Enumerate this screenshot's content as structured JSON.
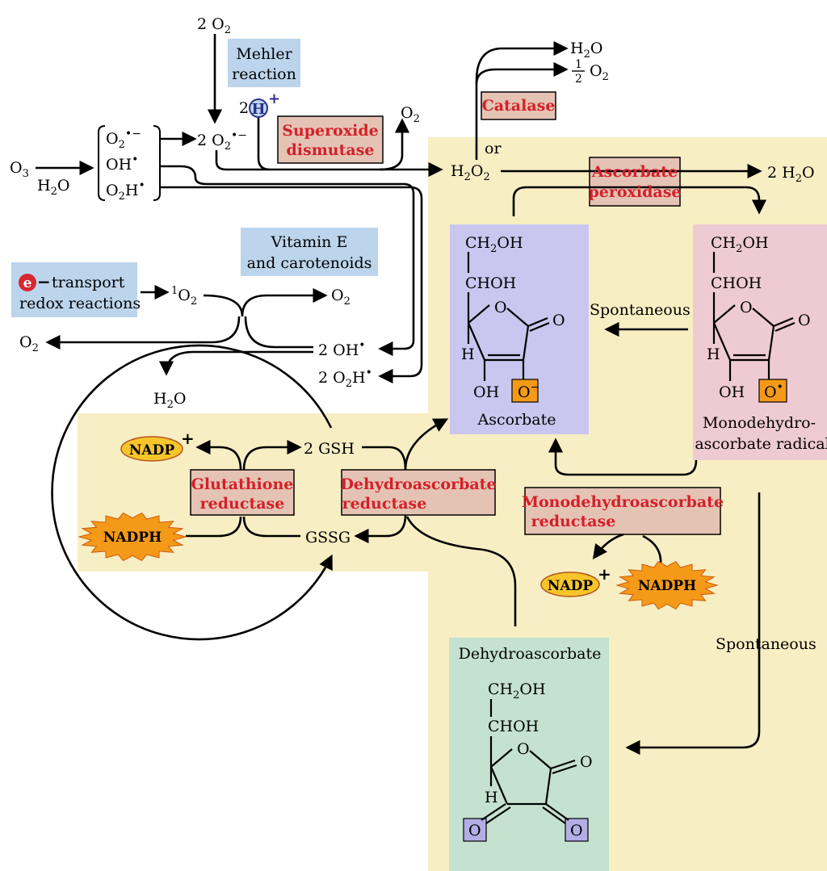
{
  "colors": {
    "yellow_bg": "#f8eec3",
    "blue_box": "#bcd4ec",
    "enzyme_box": "#e5c3b4",
    "ascorbate_bg": "#c9c7ef",
    "mono_bg": "#eecad3",
    "dehydro_bg": "#c4e2cf",
    "enzyme_text": "#d4202a",
    "nadp_fill": "#f7c52a",
    "nadph_fill": "#f49a18",
    "orange_box": "#f49a18",
    "purple_box": "#b4aee6",
    "h_circle": "#bcd4ec",
    "e_circle": "#d8262f"
  },
  "labels": {
    "o2_top_coef": "2 O",
    "mehler_1": "Mehler",
    "mehler_2": "reaction",
    "o2_prod_sod": "O",
    "ozone": "O",
    "ozone_sub": "3",
    "water_under": "H",
    "water_under_sub": "2",
    "water_under_tail": "O",
    "bracket_sup": "O",
    "bracket_oh": "OH",
    "bracket_o2h": "O",
    "superoxide_2": "2 O",
    "h_circle_letter": "H",
    "h_coef": "2",
    "h2o_out": "H",
    "half": "1",
    "half_den": "2",
    "o2_out": "O",
    "or_label": "or",
    "h2o2": "H",
    "two_h2o": "2 H",
    "vitamin_1": "Vitamin E",
    "vitamin_2": "and carotenoids",
    "e_letter": "e",
    "transport_1": "transport",
    "transport_2": "redox reactions",
    "singlet_o2": "O",
    "singlet_sup": "1",
    "o2_from_singlet": "O",
    "o2_left": "O",
    "two_oh": "2 OH",
    "two_o2h": "2 O",
    "h2o_left": "H",
    "spontaneous_mid": "Spontaneous",
    "spontaneous_right": "Spontaneous",
    "ascorbate_name": "Ascorbate",
    "mono_name_1": "Monodehydro-",
    "mono_name_2": "ascorbate radical",
    "dehydro_name": "Dehydroascorbate",
    "gsh": "2 GSH",
    "gssg": "GSSG",
    "nadp_left": "NADP",
    "nadph_left": "NADPH",
    "nadp_right": "NADP",
    "nadph_right": "NADPH",
    "plus": "+",
    "minus": "−",
    "dot": "•"
  },
  "enzymes": {
    "sod_1": "Superoxide",
    "sod_2": "dismutase",
    "catalase": "Catalase",
    "apx_1": "Ascorbate",
    "apx_2": "peroxidase",
    "gr_1": "Glutathione",
    "gr_2": "reductase",
    "dhar_1": "Dehydroascorbate",
    "dhar_2": "reductase",
    "mdhar_1": "Monodehydroascorbate",
    "mdhar_2": "reductase"
  },
  "molecule": {
    "ch2oh": "CH",
    "ch2oh_tail": "OH",
    "chohh": "CHOH",
    "ring_o": "O",
    "carbonyl_o": "O",
    "h": "H",
    "oh": "OH",
    "o_minus": "O",
    "o_dot": "O",
    "two": "2"
  }
}
